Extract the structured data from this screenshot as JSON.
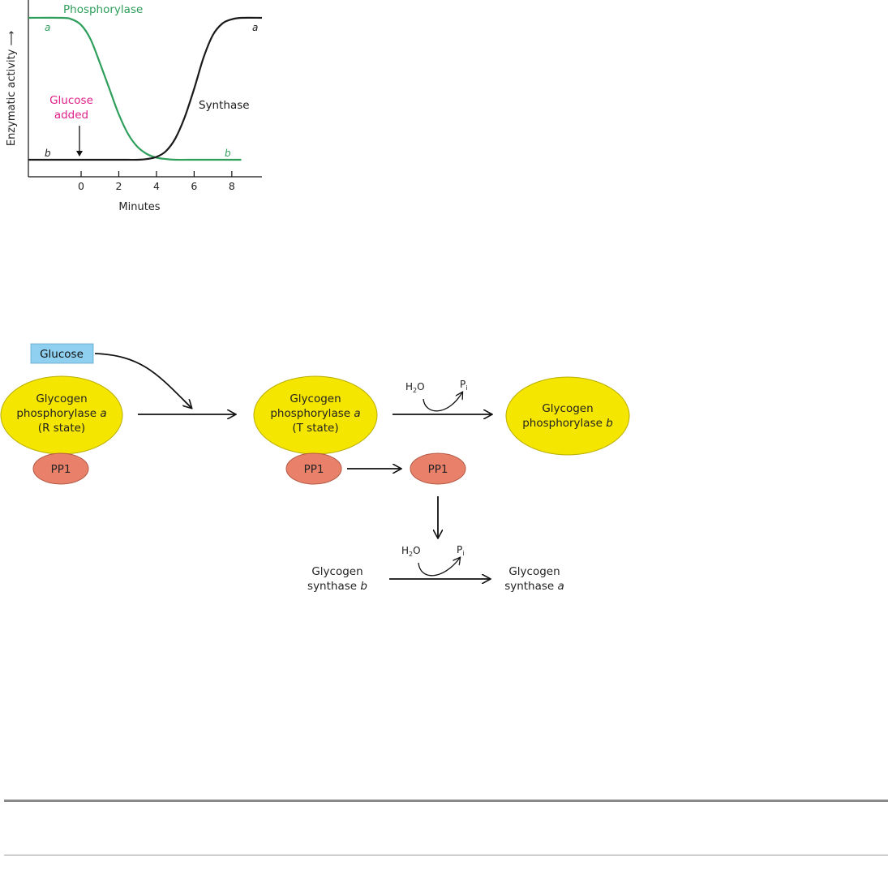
{
  "chart": {
    "y_axis_label": "Enzymatic activity ⟶",
    "x_axis_label": "Minutes",
    "glucose_label_line1": "Glucose",
    "glucose_label_line2": "added",
    "synthase_label": "Synthase",
    "phosphorylase_label": "Phosphorylase",
    "phosphorylase_start_letter": "a",
    "phosphorylase_end_letter": "b",
    "synthase_start_letter": "b",
    "synthase_end_letter": "a",
    "colors": {
      "phosphorylase": "#2e9e5b",
      "synthase": "#1a1a1a",
      "glucose_label": "#e0208a"
    }
  },
  "chart_data": {
    "type": "line",
    "title": "",
    "xlabel": "Minutes",
    "ylabel": "Enzymatic activity",
    "xlim": [
      -2.8,
      9.6
    ],
    "x_ticks": [
      0,
      2,
      4,
      6,
      8
    ],
    "ylim": [
      0,
      1
    ],
    "grid": false,
    "series": [
      {
        "name": "Phosphorylase",
        "color": "#2e9e5b",
        "x": [
          -2.8,
          -1,
          -0.5,
          0,
          0.5,
          1,
          1.5,
          2,
          2.5,
          3,
          3.5,
          4,
          4.5,
          5,
          6,
          7,
          8.5
        ],
        "values": [
          1.0,
          1.0,
          0.99,
          0.95,
          0.85,
          0.68,
          0.5,
          0.32,
          0.18,
          0.09,
          0.04,
          0.015,
          0.005,
          0.0,
          0.0,
          0.0,
          0.0
        ]
      },
      {
        "name": "Synthase",
        "color": "#1a1a1a",
        "x": [
          -2.8,
          0,
          2,
          3,
          3.5,
          4,
          4.5,
          5,
          5.5,
          6,
          6.5,
          7,
          7.5,
          8,
          8.5,
          9.6
        ],
        "values": [
          0.0,
          0.0,
          0.0,
          0.0,
          0.005,
          0.02,
          0.06,
          0.15,
          0.3,
          0.5,
          0.72,
          0.88,
          0.96,
          0.99,
          1.0,
          1.0
        ]
      }
    ],
    "annotations": [
      {
        "text": "Glucose added",
        "x": 0
      },
      {
        "text": "Phosphorylase"
      },
      {
        "text": "Synthase"
      },
      {
        "text": "a"
      },
      {
        "text": "b"
      }
    ]
  },
  "diagram": {
    "glucose_box": "Glucose",
    "enzyme_r_state": {
      "line1": "Glycogen",
      "line2": "phosphorylase",
      "line2_italic": "a",
      "line3": "(R state)"
    },
    "enzyme_t_state": {
      "line1": "Glycogen",
      "line2": "phosphorylase",
      "line2_italic": "a",
      "line3": "(T state)"
    },
    "enzyme_b": {
      "line1": "Glycogen",
      "line2": "phosphorylase",
      "line2_italic": "b"
    },
    "pp1_label": "PP1",
    "water": "H",
    "water_sub": "2",
    "water_tail": "O",
    "phosphate": "P",
    "phosphate_sub": "i",
    "synthase_b": {
      "line1": "Glycogen",
      "line2": "synthase",
      "line2_italic": "b"
    },
    "synthase_a": {
      "line1": "Glycogen",
      "line2": "synthase",
      "line2_italic": "a"
    },
    "colors": {
      "enzyme_fill": "#f5e600",
      "pp1_fill": "#e8806a",
      "glucose_fill": "#8fd0f0"
    }
  }
}
